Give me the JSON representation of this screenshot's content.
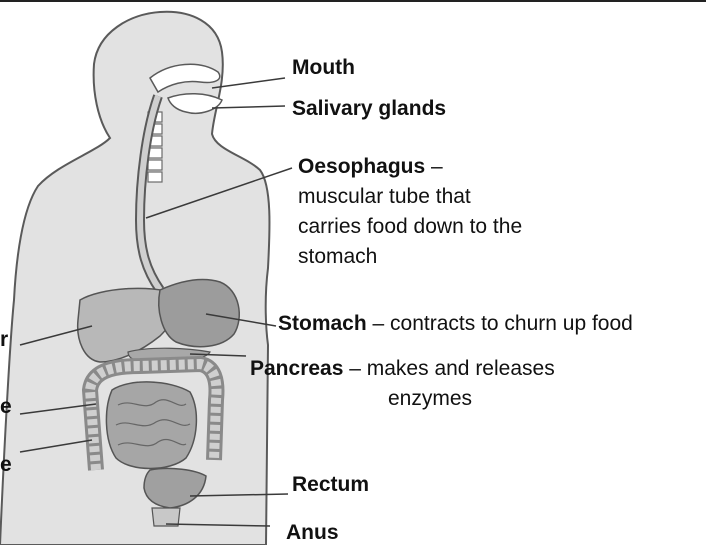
{
  "labels": {
    "mouth": {
      "name": "Mouth"
    },
    "salivary": {
      "name": "Salivary glands"
    },
    "oesophagus": {
      "name": "Oesophagus",
      "dash": " –",
      "lines": [
        "muscular tube that",
        "carries food down to the",
        "stomach"
      ]
    },
    "stomach": {
      "name": "Stomach",
      "desc": " – contracts to churn up food"
    },
    "pancreas": {
      "name": "Pancreas",
      "desc": " – makes and releases",
      "desc2": "enzymes"
    },
    "rectum": {
      "name": "Rectum"
    },
    "anus": {
      "name": "Anus"
    }
  },
  "cut_labels": [
    "r",
    "e",
    "e"
  ],
  "colors": {
    "body": "#e2e2e2",
    "outline": "#5a5a5a",
    "organ": "#b4b4b4",
    "organ_dark": "#8e8e8e",
    "leader": "#3a3a3a"
  }
}
